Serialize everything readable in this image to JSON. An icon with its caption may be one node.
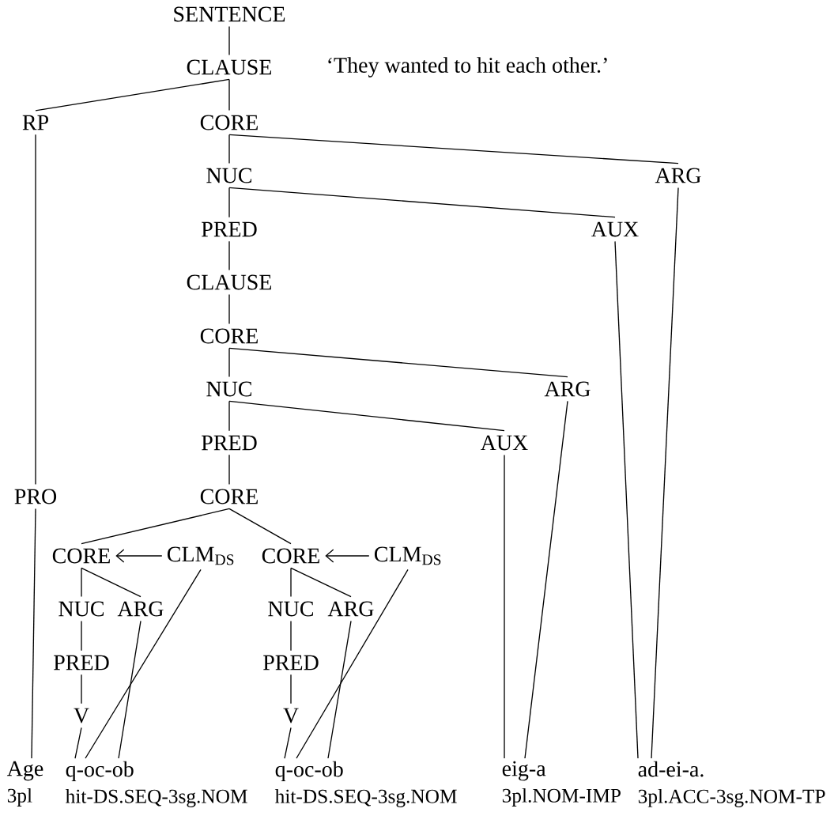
{
  "diagram": {
    "nodes": [
      {
        "text": [
          "SENTENCE"
        ]
      },
      {
        "text": [
          "CLAUSE"
        ]
      },
      {
        "text": [
          "RP"
        ]
      },
      {
        "text": [
          "CORE"
        ]
      },
      {
        "text": [
          "NUC"
        ]
      },
      {
        "text": [
          "ARG"
        ]
      },
      {
        "text": [
          "PRED"
        ]
      },
      {
        "text": [
          "AUX"
        ]
      },
      {
        "text": [
          "CLAUSE"
        ]
      },
      {
        "text": [
          "CORE"
        ]
      },
      {
        "text": [
          "NUC"
        ]
      },
      {
        "text": [
          "ARG"
        ]
      },
      {
        "text": [
          "PRED"
        ]
      },
      {
        "text": [
          "AUX"
        ]
      },
      {
        "text": [
          "PRO"
        ]
      },
      {
        "text": [
          "CORE"
        ]
      },
      {
        "text": [
          "CORE"
        ]
      },
      {
        "text": [
          "CLM$_{DS}$"
        ]
      },
      {
        "text": [
          "CORE"
        ]
      },
      {
        "text": [
          "CLM$_{DS}$"
        ]
      },
      {
        "text": [
          "NUC"
        ]
      },
      {
        "text": [
          "ARG"
        ]
      },
      {
        "text": [
          "NUC"
        ]
      },
      {
        "text": [
          "ARG"
        ]
      },
      {
        "text": [
          "PRED"
        ]
      },
      {
        "text": [
          "PRED"
        ]
      },
      {
        "text": [
          "V"
        ]
      },
      {
        "text": [
          "V"
        ]
      },
      {
        "text": [
          "Age",
          "3pl"
        ]
      },
      {
        "text": [
          "q-oc-ob",
          "hit-DS.SEQ-3sg.NOM"
        ]
      },
      {
        "text": [
          "q-oc-ob",
          "hit-DS.SEQ-3sg.NOM"
        ]
      },
      {
        "text": [
          "eig-a",
          "3pl.NOM-IMP"
        ]
      },
      {
        "text": [
          "ad-ei-a.",
          "3pl.ACC-3sg.NOM-TP"
        ]
      }
    ],
    "edges": [
      {
        "from": 0,
        "to": 1,
        "arrow": "none"
      },
      {
        "from": 1,
        "to": 2,
        "arrow": "none"
      },
      {
        "from": 1,
        "to": 3,
        "arrow": "none"
      },
      {
        "from": 2,
        "to": 14,
        "arrow": "none"
      },
      {
        "from": 3,
        "to": 4,
        "arrow": "none"
      },
      {
        "from": 3,
        "to": 5,
        "arrow": "none"
      },
      {
        "from": 4,
        "to": 6,
        "arrow": "none"
      },
      {
        "from": 4,
        "to": 7,
        "arrow": "none"
      },
      {
        "from": 5,
        "to": 32,
        "arrow": "none"
      },
      {
        "from": 6,
        "to": 8,
        "arrow": "none"
      },
      {
        "from": 7,
        "to": 32,
        "arrow": "none"
      },
      {
        "from": 8,
        "to": 9,
        "arrow": "none"
      },
      {
        "from": 9,
        "to": 10,
        "arrow": "none"
      },
      {
        "from": 9,
        "to": 11,
        "arrow": "none"
      },
      {
        "from": 10,
        "to": 12,
        "arrow": "none"
      },
      {
        "from": 10,
        "to": 13,
        "arrow": "none"
      },
      {
        "from": 11,
        "to": 31,
        "arrow": "none"
      },
      {
        "from": 12,
        "to": 15,
        "arrow": "none"
      },
      {
        "from": 13,
        "to": 31,
        "arrow": "none"
      },
      {
        "from": 14,
        "to": 28,
        "arrow": "none"
      },
      {
        "from": 15,
        "to": 16,
        "arrow": "none"
      },
      {
        "from": 15,
        "to": 18,
        "arrow": "none"
      },
      {
        "from": 16,
        "to": 20,
        "arrow": "none"
      },
      {
        "from": 16,
        "to": 21,
        "arrow": "none"
      },
      {
        "from": 17,
        "to": 16,
        "arrow": "to"
      },
      {
        "from": 17,
        "to": 29,
        "arrow": "none"
      },
      {
        "from": 18,
        "to": 22,
        "arrow": "none"
      },
      {
        "from": 18,
        "to": 23,
        "arrow": "none"
      },
      {
        "from": 19,
        "to": 18,
        "arrow": "to"
      },
      {
        "from": 19,
        "to": 30,
        "arrow": "none"
      },
      {
        "from": 20,
        "to": 24,
        "arrow": "none"
      },
      {
        "from": 21,
        "to": 29,
        "arrow": "none"
      },
      {
        "from": 22,
        "to": 25,
        "arrow": "none"
      },
      {
        "from": 23,
        "to": 30,
        "arrow": "none"
      },
      {
        "from": 24,
        "to": 26,
        "arrow": "none"
      },
      {
        "from": 25,
        "to": 27,
        "arrow": "none"
      },
      {
        "from": 26,
        "to": 29,
        "arrow": "none"
      },
      {
        "from": 27,
        "to": 30,
        "arrow": "none"
      }
    ],
    "labels": [
      "‘They wanted to hit each other.’"
    ]
  }
}
